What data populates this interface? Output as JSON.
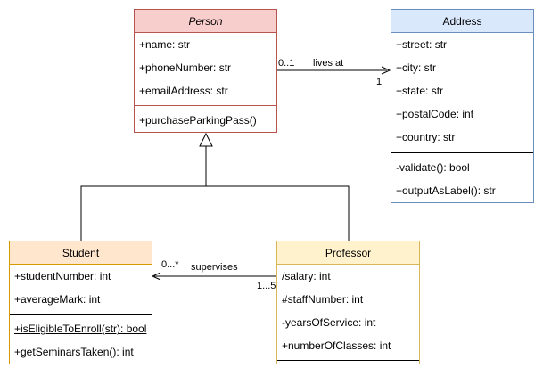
{
  "colors": {
    "person_fill": "#f8cecc",
    "person_stroke": "#b85450",
    "address_fill": "#dae8fc",
    "address_stroke": "#6c8ebf",
    "student_fill": "#ffe6cc",
    "student_stroke": "#d79b00",
    "professor_fill": "#fff2cc",
    "professor_stroke": "#d6b656"
  },
  "person": {
    "name": "Person",
    "attributes": [
      "+name: str",
      "+phoneNumber: str",
      "+emailAddress: str"
    ],
    "methods": [
      "+purchaseParkingPass()"
    ]
  },
  "address": {
    "name": "Address",
    "attributes": [
      "+street: str",
      "+city: str",
      "+state: str",
      "+postalCode: int",
      "+country: str"
    ],
    "methods": [
      "-validate(): bool",
      "+outputAsLabel(): str"
    ]
  },
  "student": {
    "name": "Student",
    "attributes": [
      "+studentNumber: int",
      "+averageMark: int"
    ],
    "methods": [
      "+isEligibleToEnroll(str): bool",
      "+getSeminarsTaken(): int"
    ]
  },
  "professor": {
    "name": "Professor",
    "attributes": [
      "/salary: int",
      "#staffNumber: int",
      "-yearsOfService: int",
      "+numberOfClasses: int"
    ],
    "methods": []
  },
  "relations": {
    "lives_at": {
      "label": "lives at",
      "source_multiplicity": "0..1",
      "target_multiplicity": "1"
    },
    "supervises": {
      "label": "supervises",
      "source_multiplicity": "1...5",
      "target_multiplicity": "0...*"
    }
  }
}
